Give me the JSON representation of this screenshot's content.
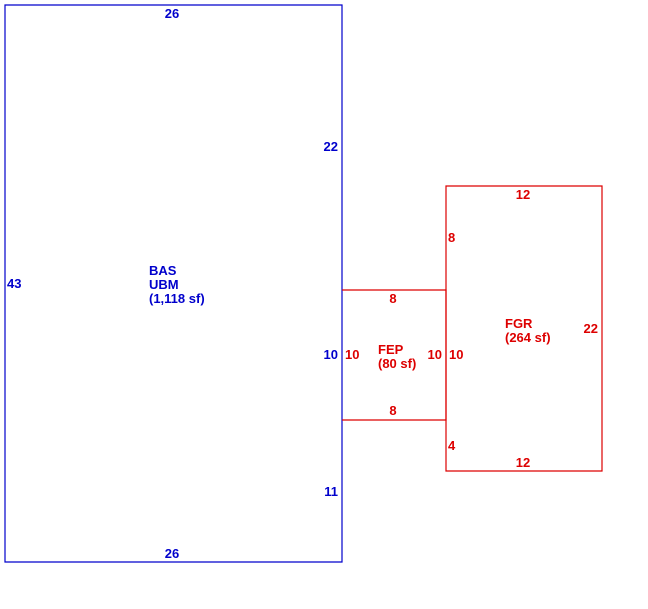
{
  "colors": {
    "bas": "#0000cc",
    "addition": "#dd0000"
  },
  "bas": {
    "code": "BAS",
    "subcode": "UBM",
    "area": "(1,118 sf)",
    "dims": {
      "top": "26",
      "bottom": "26",
      "left": "43",
      "right_upper": "22",
      "right_middle": "10",
      "right_lower": "11"
    }
  },
  "fep": {
    "code": "FEP",
    "area": "(80 sf)",
    "dims": {
      "top": "8",
      "bottom": "8",
      "left": "10",
      "right": "10"
    }
  },
  "fgr": {
    "code": "FGR",
    "area": "(264 sf)",
    "dims": {
      "top": "12",
      "bottom": "12",
      "right": "22",
      "left_upper": "8",
      "left_middle": "10",
      "left_lower": "4"
    }
  }
}
